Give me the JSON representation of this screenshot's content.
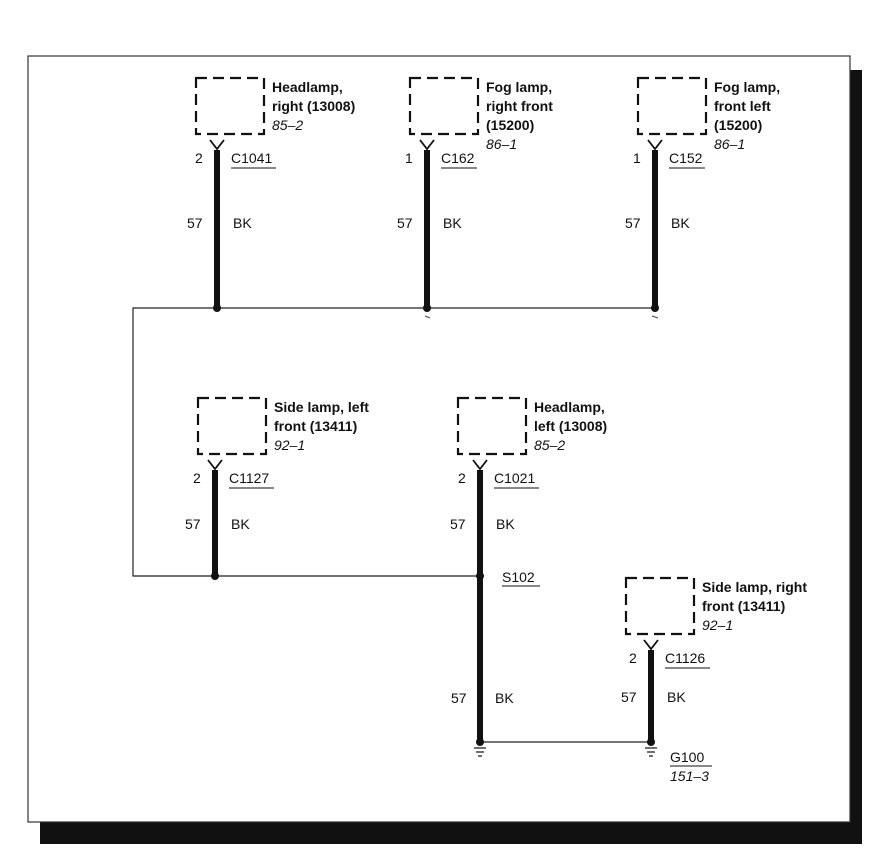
{
  "components": [
    {
      "id": "headlamp-right",
      "lines": [
        "Headlamp,",
        "right (13008)"
      ],
      "ref": "85–2",
      "pin": "2",
      "connector": "C1041",
      "circuit": "57",
      "color": "BK"
    },
    {
      "id": "fog-right",
      "lines": [
        "Fog lamp,",
        "right front",
        "(15200)"
      ],
      "ref": "86–1",
      "pin": "1",
      "connector": "C162",
      "circuit": "57",
      "color": "BK"
    },
    {
      "id": "fog-left",
      "lines": [
        "Fog lamp,",
        "front left",
        "(15200)"
      ],
      "ref": "86–1",
      "pin": "1",
      "connector": "C152",
      "circuit": "57",
      "color": "BK"
    },
    {
      "id": "side-left",
      "lines": [
        "Side lamp, left",
        "front (13411)"
      ],
      "ref": "92–1",
      "pin": "2",
      "connector": "C1127",
      "circuit": "57",
      "color": "BK"
    },
    {
      "id": "headlamp-left",
      "lines": [
        "Headlamp,",
        "left (13008)"
      ],
      "ref": "85–2",
      "pin": "2",
      "connector": "C1021",
      "circuit": "57",
      "color": "BK"
    },
    {
      "id": "side-right",
      "lines": [
        "Side lamp, right",
        "front (13411)"
      ],
      "ref": "92–1",
      "pin": "2",
      "connector": "C1126",
      "circuit": "57",
      "color": "BK"
    }
  ],
  "splice": {
    "label": "S102",
    "circuit": "57",
    "color": "BK"
  },
  "ground": {
    "label": "G100",
    "ref": "151–3"
  }
}
